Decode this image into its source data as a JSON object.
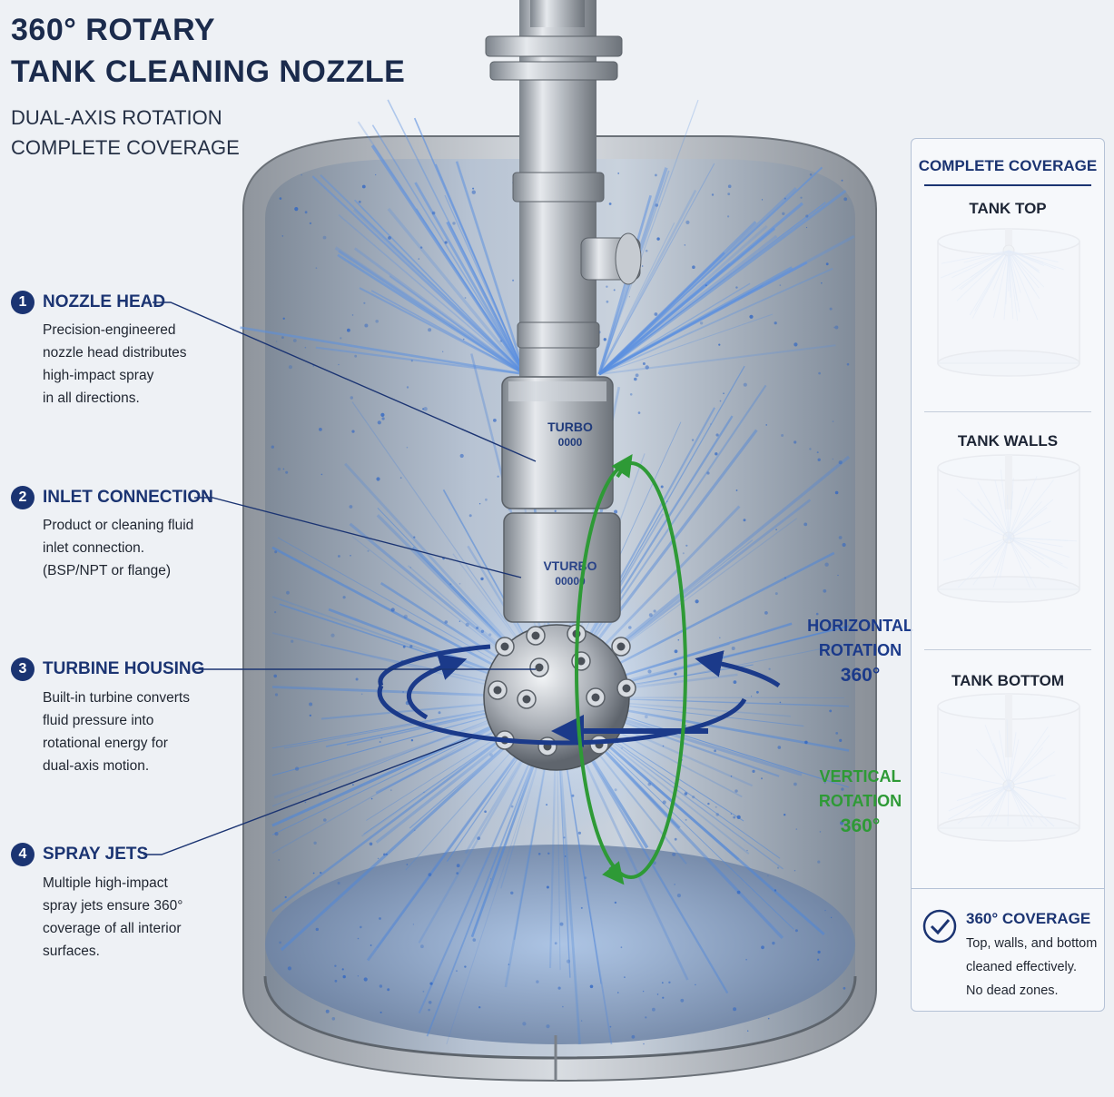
{
  "header": {
    "title_line1": "360° ROTARY",
    "title_line2": "TANK CLEANING NOZZLE",
    "subtitle_line1": "DUAL-AXIS ROTATION",
    "subtitle_line2": "COMPLETE COVERAGE"
  },
  "callouts": [
    {
      "num": "1",
      "title": "NOZZLE HEAD",
      "lines": [
        "Precision-engineered",
        "nozzle head distributes",
        "high-impact spray",
        "in all directions."
      ]
    },
    {
      "num": "2",
      "title": "INLET CONNECTION",
      "lines": [
        "Product or cleaning fluid",
        "inlet connection.",
        "(BSP/NPT or flange)"
      ]
    },
    {
      "num": "3",
      "title": "TURBINE HOUSING",
      "lines": [
        "Built-in turbine converts",
        "fluid pressure into",
        "rotational energy for",
        "dual-axis motion."
      ]
    },
    {
      "num": "4",
      "title": "SPRAY JETS",
      "lines": [
        "Multiple high-impact",
        "spray jets ensure 360°",
        "coverage of all interior",
        "surfaces."
      ]
    }
  ],
  "body_marking": {
    "upper": "TURBO",
    "upper2": "0000",
    "lower": "VTURBO",
    "lower2": "00000"
  },
  "rotation": {
    "horizontal": {
      "line1": "HORIZONTAL",
      "line2": "ROTATION",
      "deg": "360°",
      "color": "#1b3a8a"
    },
    "vertical": {
      "line1": "VERTICAL",
      "line2": "ROTATION",
      "deg": "360°",
      "color": "#2e9a36"
    }
  },
  "panel": {
    "title": "COMPLETE COVERAGE",
    "views": [
      "TANK TOP",
      "TANK WALLS",
      "TANK BOTTOM"
    ],
    "coverage": {
      "title": "360° COVERAGE",
      "lines": [
        "Top, walls, and bottom",
        "cleaned effectively.",
        "No dead zones."
      ]
    }
  },
  "colors": {
    "navy": "#1b3472",
    "spray": "#4f86d8",
    "steel": "#a8adb4",
    "green": "#2e9a36"
  }
}
